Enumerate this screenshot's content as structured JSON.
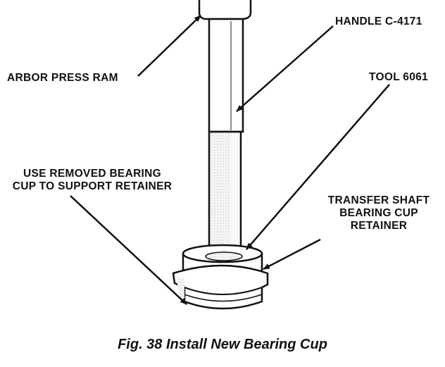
{
  "labels": {
    "handle": "HANDLE C-4171",
    "arbor_press_ram": "ARBOR PRESS RAM",
    "tool": "TOOL 6061",
    "use_removed_line1": "USE REMOVED BEARING",
    "use_removed_line2": "CUP TO SUPPORT RETAINER",
    "transfer_line1": "TRANSFER SHAFT",
    "transfer_line2": "BEARING CUP",
    "transfer_line3": "RETAINER"
  },
  "caption": "Fig. 38 Install New Bearing Cup"
}
